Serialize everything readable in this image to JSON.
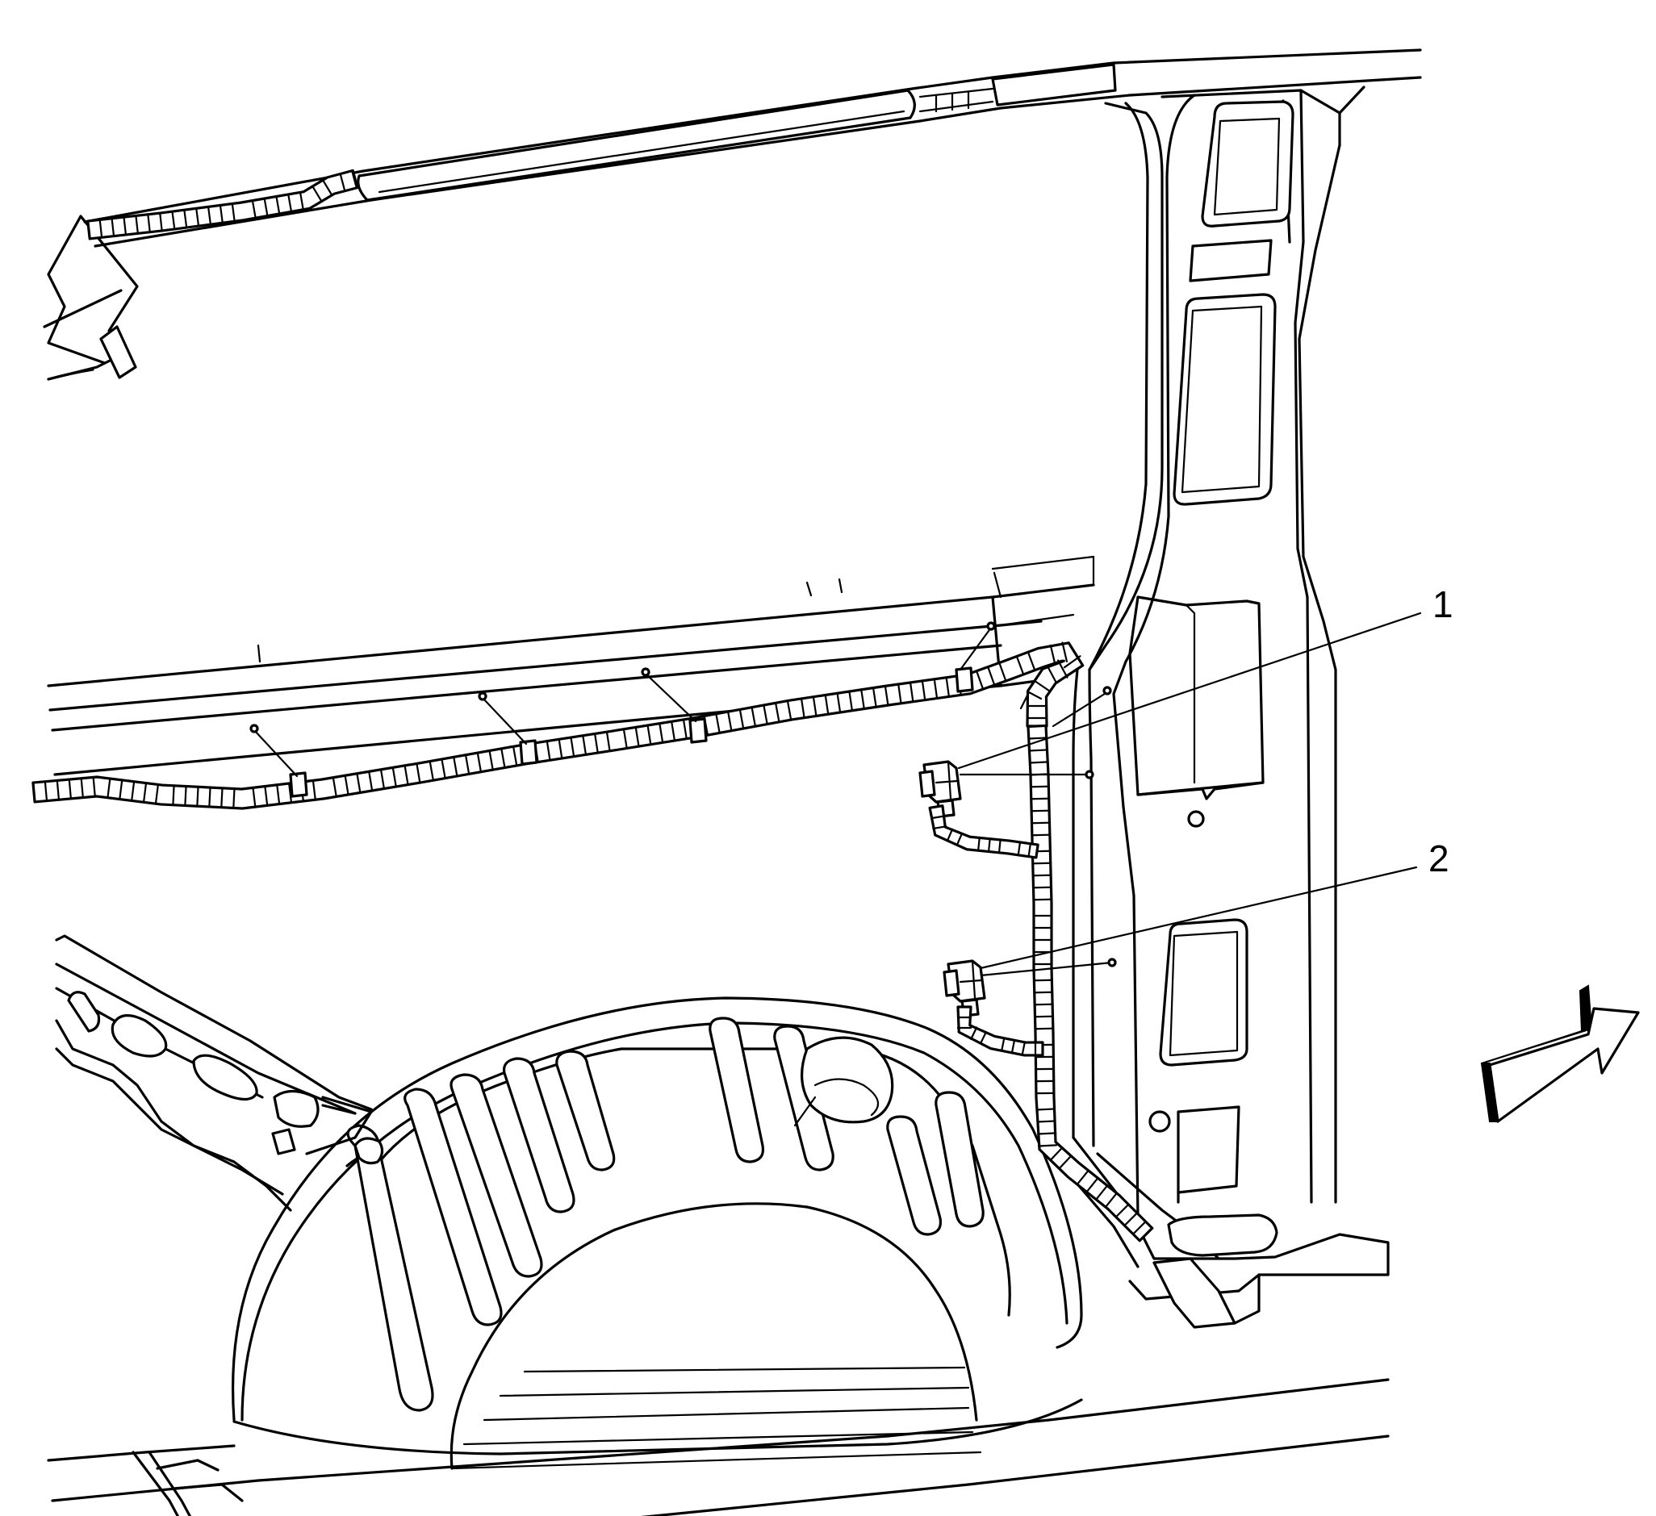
{
  "diagram": {
    "callouts": [
      {
        "id": "1",
        "label": "1"
      },
      {
        "id": "2",
        "label": "2"
      }
    ],
    "icons": {
      "direction": "front-direction-arrow-icon"
    },
    "colors": {
      "line": "#000000",
      "background": "#ffffff"
    }
  }
}
